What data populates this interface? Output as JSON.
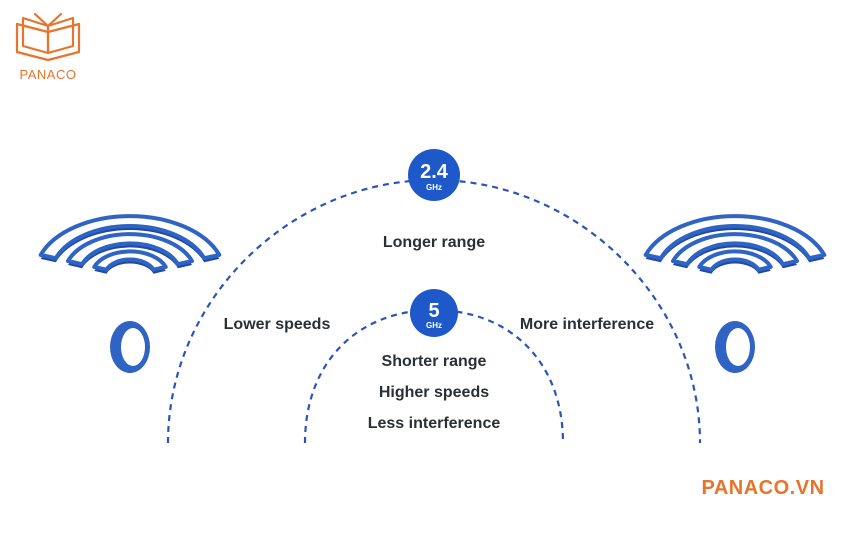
{
  "colors": {
    "brand_orange": "#e8742a",
    "wifi_blue": "#2f63c4",
    "dash_blue": "#2a55b8",
    "badge_blue": "#1f58c8",
    "text_dark": "#2b2f36"
  },
  "logo": {
    "icon": "open-book-icon",
    "name": "PANACO"
  },
  "watermark": {
    "text": "PANACO.VN"
  },
  "bands": {
    "outer": {
      "badge_value": "2.4",
      "badge_unit": "GHz",
      "range_label": "Longer range",
      "speed_label": "Lower speeds",
      "interference_label": "More interference"
    },
    "inner": {
      "badge_value": "5",
      "badge_unit": "GHz",
      "range_label": "Shorter range",
      "speed_label": "Higher speeds",
      "interference_label": "Less interference"
    }
  },
  "icons": {
    "left": "wifi-icon",
    "right": "wifi-icon"
  }
}
